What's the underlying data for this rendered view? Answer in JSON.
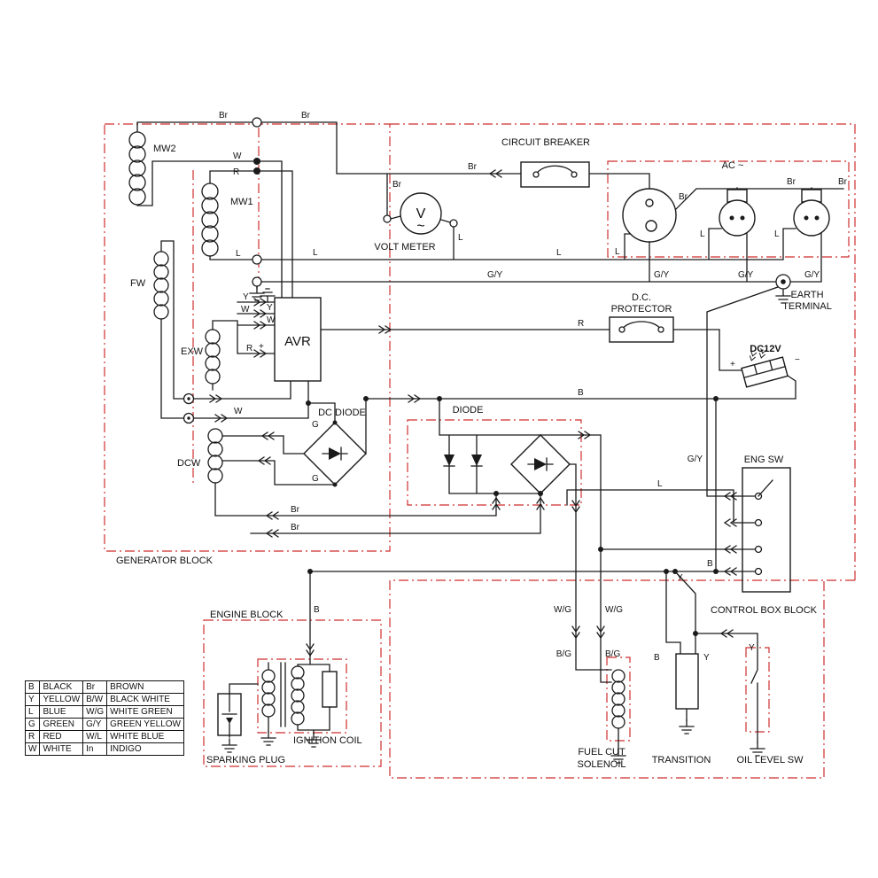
{
  "blocks": {
    "generator": "GENERATOR BLOCK",
    "engine": "ENGINE BLOCK",
    "control_box": "CONTROL BOX BLOCK"
  },
  "components": {
    "mw2": "MW2",
    "mw1": "MW1",
    "fw": "FW",
    "exw": "EXW",
    "dcw": "DCW",
    "avr": "AVR",
    "volt_meter": "VOLT METER",
    "volt_meter_v": "V",
    "volt_meter_wave": "~",
    "circuit_breaker": "CIRCUIT BREAKER",
    "ac": "AC ~",
    "dc_protector_line1": "D.C.",
    "dc_protector_line2": "PROTECTOR",
    "earth_line1": "EARTH",
    "earth_line2": "TERMINAL",
    "dc12v": "DC12V",
    "dc12v_plus": "+",
    "dc12v_minus": "−",
    "dc_diode": "DC DIODE",
    "diode": "DIODE",
    "eng_sw": "ENG SW",
    "sparking_plug": "SPARKING PLUG",
    "ignition_coil": "IGNITION COIL",
    "fuel_cut_line1": "FUEL CUT",
    "fuel_cut_line2": "SOLENOIL",
    "transition": "TRANSITION",
    "oil_level_sw": "OIL LEVEL SW"
  },
  "wires": {
    "br": "Br",
    "w": "W",
    "r": "R",
    "l": "L",
    "gy": "G/Y",
    "y": "Y",
    "g": "G",
    "b": "B",
    "wg": "W/G",
    "bg": "B/G",
    "plus": "+"
  },
  "legend": {
    "rows": [
      [
        "B",
        "BLACK",
        "Br",
        "BROWN"
      ],
      [
        "Y",
        "YELLOW",
        "B/W",
        "BLACK WHITE"
      ],
      [
        "L",
        "BLUE",
        "W/G",
        "WHITE GREEN"
      ],
      [
        "G",
        "GREEN",
        "G/Y",
        "GREEN YELLOW"
      ],
      [
        "R",
        "RED",
        "W/L",
        "WHITE BLUE"
      ],
      [
        "W",
        "WHITE",
        "In",
        "INDIGO"
      ]
    ]
  },
  "colors": {
    "outline_red": "#cf2f2f",
    "wire_black": "#1a1a1a"
  }
}
